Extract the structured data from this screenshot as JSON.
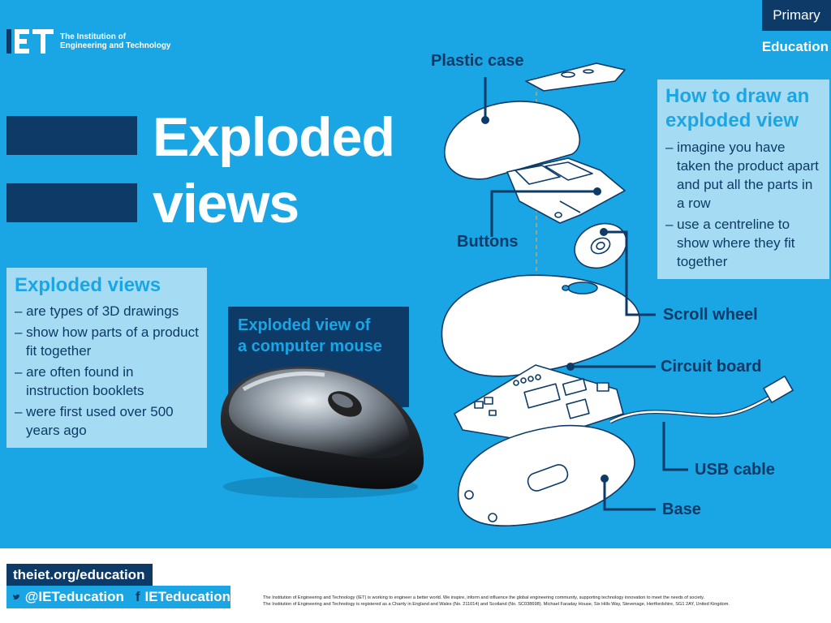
{
  "brand": {
    "logo_letters": "IET",
    "name_line1": "The Institution of",
    "name_line2": "Engineering and Technology",
    "colors": {
      "background": "#1aa6e4",
      "navy": "#0d3a66",
      "light_panel": "#a6dcf3"
    }
  },
  "tags": {
    "primary": "Primary",
    "education": "Education"
  },
  "title": {
    "line1": "Exploded",
    "line2": "views"
  },
  "exploded_views_box": {
    "heading": "Exploded views",
    "items": [
      "– are types of 3D drawings",
      "– show how parts of a product fit together",
      "– are often found in instruction booklets",
      "– were first used over 500 years ago"
    ]
  },
  "mouse_box": {
    "line1": "Exploded view of",
    "line2": "a computer mouse"
  },
  "how_to_box": {
    "heading_line1": "How to draw an",
    "heading_line2": "exploded view",
    "items": [
      "– imagine you have taken the product apart and put all the parts in a row",
      "– use a centreline to show where they fit together"
    ]
  },
  "labels": {
    "plastic_case": "Plastic case",
    "buttons": "Buttons",
    "scroll_wheel": "Scroll wheel",
    "circuit_board": "Circuit board",
    "usb_cable": "USB cable",
    "base": "Base"
  },
  "footer": {
    "url": "theiet.org/education",
    "twitter": "@IETeducation",
    "facebook": "IETeducation",
    "twitter_icon": "twitter-icon",
    "facebook_icon": "facebook-icon",
    "note_line1": "The Institution of Engineering and Technology (IET) is working to engineer a better world. We inspire, inform and influence the global engineering community, supporting technology innovation to meet the needs of society.",
    "note_line2": "The Institution of Engineering and Technology is registered as a Charity in England and Wales (No. 211014) and Scotland (No. SC038698). Michael Faraday House, Six Hills Way, Stevenage, Hertfordshire, SG1 2AY, United Kingdom."
  }
}
